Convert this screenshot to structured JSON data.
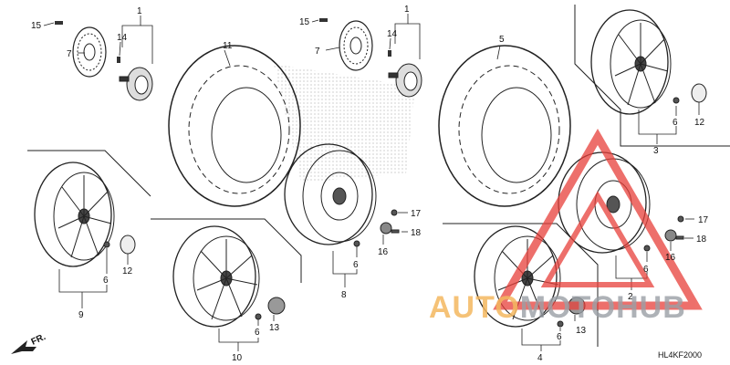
{
  "callouts": {
    "c1a": "1",
    "c1b": "1",
    "c2": "2",
    "c3": "3",
    "c4": "4",
    "c5": "5",
    "c6a": "6",
    "c6b": "6",
    "c6c": "6",
    "c6d": "6",
    "c6e": "6",
    "c6f": "6",
    "c7a": "7",
    "c7b": "7",
    "c8": "8",
    "c9": "9",
    "c10": "10",
    "c11": "11",
    "c12a": "12",
    "c12b": "12",
    "c13a": "13",
    "c13b": "13",
    "c14a": "14",
    "c14b": "14",
    "c15a": "15",
    "c15b": "15",
    "c16a": "16",
    "c16b": "16",
    "c17a": "17",
    "c17b": "17",
    "c18a": "18",
    "c18b": "18"
  },
  "direction_label": "FR.",
  "diagram_code": "HL4KF2000",
  "watermark": {
    "part1": "AUTO",
    "part2": "MOTO",
    "part3": "HUB"
  },
  "colors": {
    "line": "#222222",
    "watermark_red": "#e8403a",
    "watermark_orange": "#f4b860",
    "watermark_gray": "#9aa0a6"
  }
}
